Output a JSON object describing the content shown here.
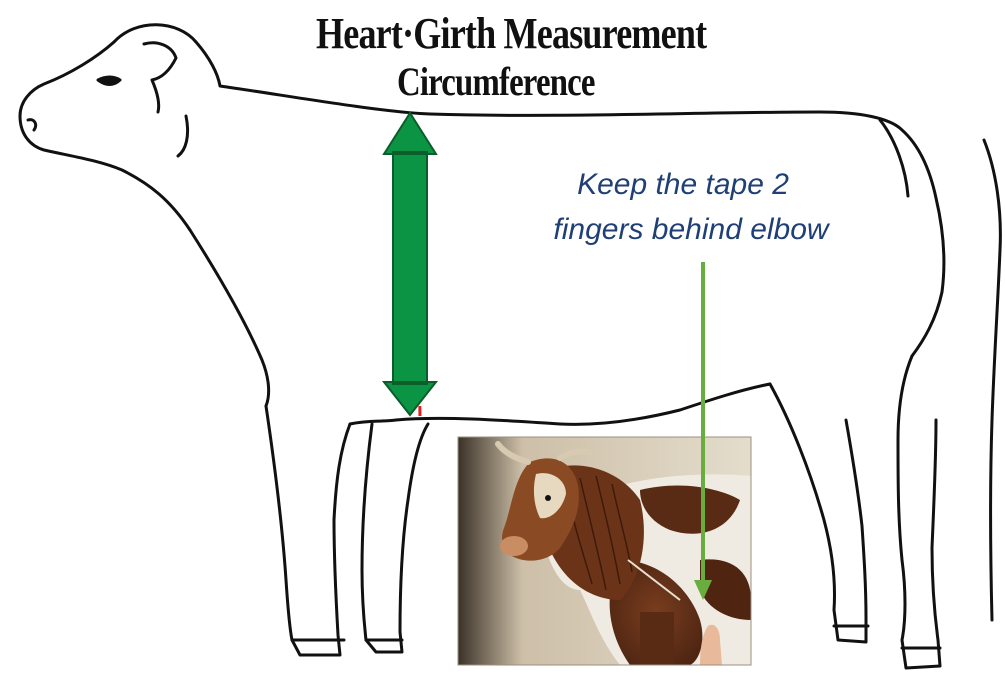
{
  "title": {
    "line1": "Heart·Girth Measurement",
    "line2": "Circumference"
  },
  "callout": {
    "line1": "Keep the tape 2",
    "line2": "fingers behind elbow"
  },
  "colors": {
    "girth_arrow": "#0b9444",
    "callout_arrow": "#6aad3f",
    "callout_text": "#1f3f75",
    "outline": "#111111",
    "tape_mark": "#e02020",
    "photo_wall": "#d8d2bf"
  },
  "icons": {
    "main_figure": "steer-outline-icon",
    "inset_figure": "cow-anatomy-photo"
  }
}
